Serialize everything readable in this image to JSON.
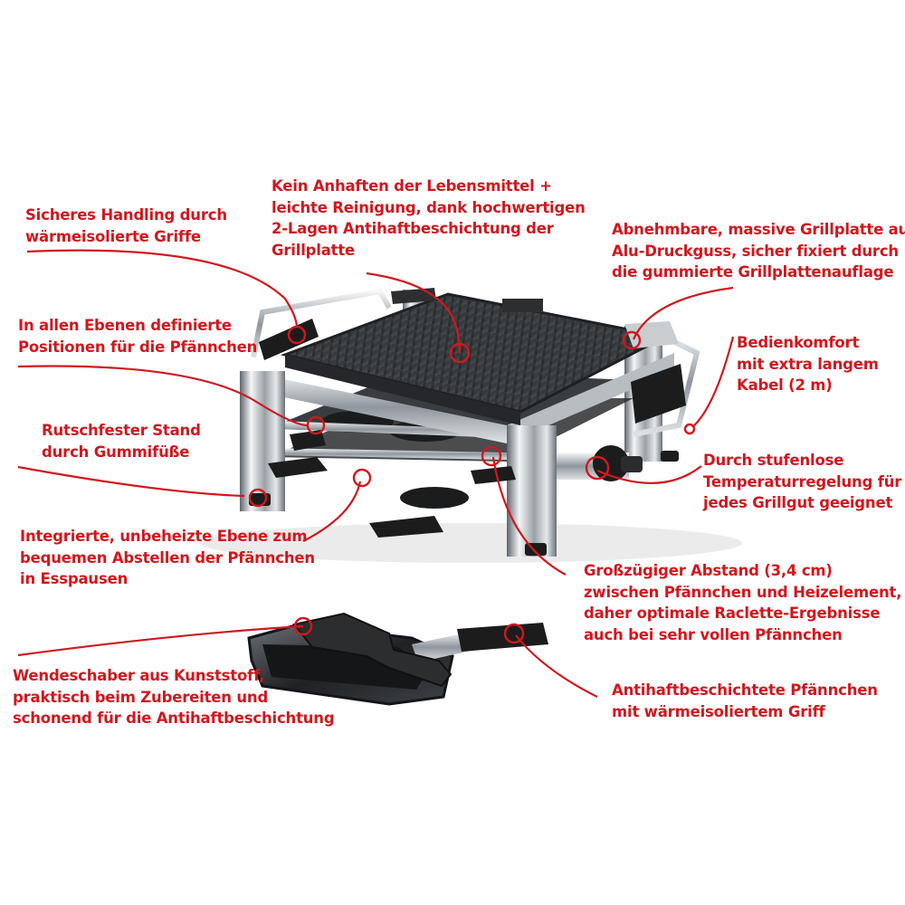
{
  "colors": {
    "accent": "#d0181f",
    "chrome_light": "#eef0f2",
    "chrome_dark": "#6d7379",
    "plate": "#3a3d40",
    "black": "#1c1c1c"
  },
  "annotations": [
    {
      "id": "handling",
      "lines": [
        "Sicheres Handling durch",
        "wärmeisolierte Griffe"
      ]
    },
    {
      "id": "anhaften",
      "lines": [
        "Kein Anhaften der Lebensmittel +",
        "leichte Reinigung, dank hochwertigen",
        "2-Lagen Antihaftbeschichtung der",
        "Grillplatte"
      ]
    },
    {
      "id": "grillplatte",
      "lines": [
        "Abnehmbare, massive Grillplatte aus",
        "Alu-Druckguss, sicher fixiert durch",
        "die gummierte Grillplattenauflage"
      ]
    },
    {
      "id": "ebenen",
      "lines": [
        "In allen Ebenen definierte",
        "Positionen für die Pfännchen"
      ]
    },
    {
      "id": "kabel",
      "lines": [
        "Bedienkomfort",
        "mit extra langem",
        "Kabel (2 m)"
      ]
    },
    {
      "id": "stand",
      "lines": [
        "Rutschfester Stand",
        "durch Gummifüße"
      ]
    },
    {
      "id": "temperatur",
      "lines": [
        "Durch stufenlose",
        "Temperaturregelung für",
        "jedes Grillgut geeignet"
      ]
    },
    {
      "id": "ebene-abstellen",
      "lines": [
        "Integrierte, unbeheizte Ebene zum",
        "bequemen Abstellen der Pfännchen",
        "in Esspausen"
      ]
    },
    {
      "id": "abstand",
      "lines": [
        "Großzügiger Abstand (3,4 cm)",
        "zwischen Pfännchen und Heizelement,",
        "daher optimale Raclette-Ergebnisse",
        "auch bei sehr vollen Pfännchen"
      ]
    },
    {
      "id": "schaber",
      "lines": [
        "Wendeschaber aus Kunststoff,",
        "praktisch beim Zubereiten und",
        "schonend für die Antihaftbeschichtung"
      ]
    },
    {
      "id": "pfaennchen",
      "lines": [
        "Antihaftbeschichtete Pfännchen",
        "mit wärmeisoliertem Griff"
      ]
    }
  ]
}
